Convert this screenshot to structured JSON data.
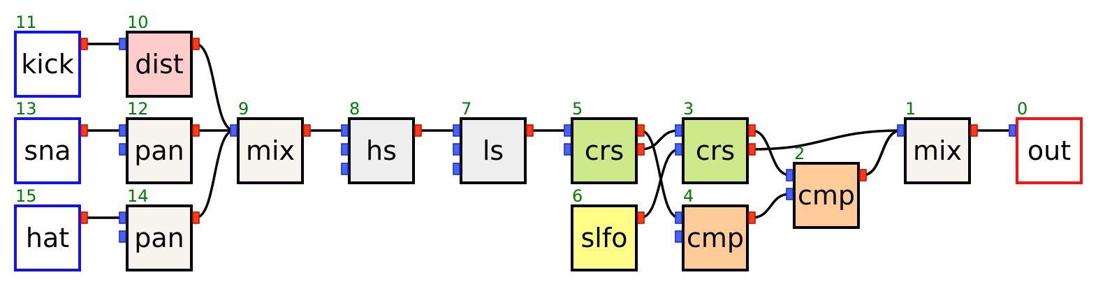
{
  "colors": {
    "wire": "#000000",
    "id_label": "#008000",
    "input_port_fill": "#4a63f5",
    "input_port_stroke": "#1a2fd0",
    "output_port_fill": "#ff3a16",
    "output_port_stroke": "#c81000",
    "source_border": "#1010ff",
    "sink_border": "#ff1010",
    "default_border": "#000000"
  },
  "nodes": [
    {
      "id": "11",
      "label": "kick",
      "kind": "source",
      "fill": "#ffffff",
      "inputs": 0,
      "outputs": 1
    },
    {
      "id": "10",
      "label": "dist",
      "kind": "effect",
      "fill": "#ffcccc",
      "inputs": 1,
      "outputs": 1
    },
    {
      "id": "13",
      "label": "sna",
      "kind": "source",
      "fill": "#ffffff",
      "inputs": 0,
      "outputs": 1
    },
    {
      "id": "12",
      "label": "pan",
      "kind": "effect",
      "fill": "#f6f4ec",
      "inputs": 2,
      "outputs": 1
    },
    {
      "id": "15",
      "label": "hat",
      "kind": "source",
      "fill": "#ffffff",
      "inputs": 0,
      "outputs": 1
    },
    {
      "id": "14",
      "label": "pan",
      "kind": "effect",
      "fill": "#f6f4ec",
      "inputs": 2,
      "outputs": 1
    },
    {
      "id": "9",
      "label": "mix",
      "kind": "effect",
      "fill": "#f6f4ec",
      "inputs": 1,
      "outputs": 1
    },
    {
      "id": "8",
      "label": "hs",
      "kind": "effect",
      "fill": "#eeeeee",
      "inputs": 3,
      "outputs": 1
    },
    {
      "id": "7",
      "label": "ls",
      "kind": "effect",
      "fill": "#eeeeee",
      "inputs": 3,
      "outputs": 1
    },
    {
      "id": "5",
      "label": "crs",
      "kind": "effect",
      "fill": "#cde98a",
      "inputs": 2,
      "outputs": 2
    },
    {
      "id": "6",
      "label": "slfo",
      "kind": "effect",
      "fill": "#ffff88",
      "inputs": 0,
      "outputs": 1
    },
    {
      "id": "3",
      "label": "crs",
      "kind": "effect",
      "fill": "#cde98a",
      "inputs": 2,
      "outputs": 2
    },
    {
      "id": "4",
      "label": "cmp",
      "kind": "effect",
      "fill": "#ffcc99",
      "inputs": 2,
      "outputs": 1
    },
    {
      "id": "2",
      "label": "cmp",
      "kind": "effect",
      "fill": "#ffcc99",
      "inputs": 2,
      "outputs": 1
    },
    {
      "id": "1",
      "label": "mix",
      "kind": "effect",
      "fill": "#f6f4ec",
      "inputs": 1,
      "outputs": 1
    },
    {
      "id": "0",
      "label": "out",
      "kind": "sink",
      "fill": "#ffffff",
      "inputs": 1,
      "outputs": 0
    }
  ],
  "connections": [
    {
      "from": "11",
      "out": 0,
      "to": "10",
      "in": 0
    },
    {
      "from": "13",
      "out": 0,
      "to": "12",
      "in": 0
    },
    {
      "from": "15",
      "out": 0,
      "to": "14",
      "in": 0
    },
    {
      "from": "10",
      "out": 0,
      "to": "9",
      "in": 0
    },
    {
      "from": "12",
      "out": 0,
      "to": "9",
      "in": 0
    },
    {
      "from": "14",
      "out": 0,
      "to": "9",
      "in": 0
    },
    {
      "from": "9",
      "out": 0,
      "to": "8",
      "in": 0
    },
    {
      "from": "8",
      "out": 0,
      "to": "7",
      "in": 0
    },
    {
      "from": "7",
      "out": 0,
      "to": "5",
      "in": 0
    },
    {
      "from": "5",
      "out": 0,
      "to": "4",
      "in": 0
    },
    {
      "from": "5",
      "out": 1,
      "to": "3",
      "in": 0
    },
    {
      "from": "6",
      "out": 0,
      "to": "3",
      "in": 1
    },
    {
      "from": "3",
      "out": 0,
      "to": "2",
      "in": 0
    },
    {
      "from": "3",
      "out": 1,
      "to": "1",
      "in": 0
    },
    {
      "from": "4",
      "out": 0,
      "to": "2",
      "in": 1
    },
    {
      "from": "2",
      "out": 0,
      "to": "1",
      "in": 0
    },
    {
      "from": "2",
      "out": 0,
      "to": "1",
      "in": 0
    },
    {
      "from": "1",
      "out": 0,
      "to": "0",
      "in": 0
    }
  ]
}
